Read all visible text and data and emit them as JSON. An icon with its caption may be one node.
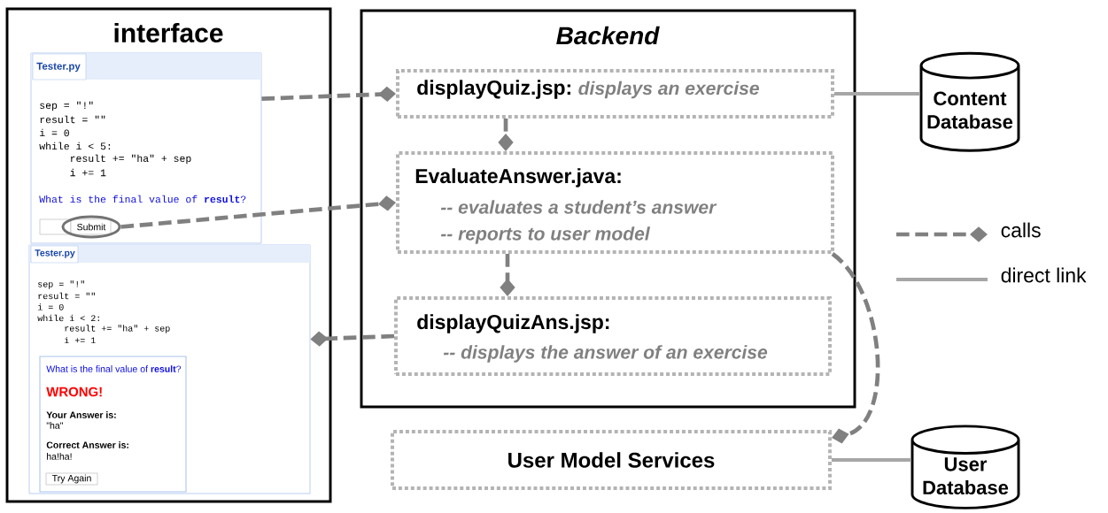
{
  "diagram": {
    "nodes": [
      {
        "text": [
          "interface"
        ]
      },
      {
        "text": [
          "Tester.py",
          "sep = \"!\"",
          "result = \"\"",
          "i = 0",
          "while i < 5:",
          "    result += \"ha\" + sep",
          "    i += 1",
          "What is the final value of **result**?"
        ],
        "in": 0
      },
      {
        "text": [
          "Submit"
        ],
        "in": 1
      },
      {
        "text": [
          "Tester.py",
          "sep = \"!\"",
          "result = \"\"",
          "i = 0",
          "while i < 2:",
          "    result += \"ha\" + sep",
          "    i += 1"
        ],
        "in": 0
      },
      {
        "text": [
          "What is the final value of **result**?",
          "WRONG!",
          "Your Answer is:",
          "\"ha\"",
          "Correct Answer is:",
          "ha!ha!"
        ],
        "in": 3
      },
      {
        "text": [
          "Try Again"
        ],
        "in": 4
      },
      {
        "text": [
          "Backend"
        ]
      },
      {
        "text": [
          "displayQuiz.jsp:",
          "displays an exercise"
        ],
        "in": 6
      },
      {
        "text": [
          "EvaluateAnswer.java:",
          "-- evaluates a student’s answer",
          "-- reports to user model"
        ],
        "in": 6
      },
      {
        "text": [
          "displayQuizAns.jsp:",
          "-- displays the answer of an exercise"
        ],
        "in": 6
      },
      {
        "text": [
          "User Model Services"
        ]
      },
      {
        "text": [
          "Content Database"
        ]
      },
      {
        "text": [
          "User Database"
        ]
      }
    ],
    "edges": [
      {
        "from": 1,
        "to": 7,
        "arrow": "other",
        "style": "dashed"
      },
      {
        "from": 7,
        "to": 8,
        "arrow": "other",
        "style": "dashed"
      },
      {
        "from": 2,
        "to": 8,
        "arrow": "other",
        "style": "dashed"
      },
      {
        "from": 8,
        "to": 9,
        "arrow": "other",
        "style": "dashed"
      },
      {
        "from": 9,
        "to": 3,
        "arrow": "other",
        "style": "dashed"
      },
      {
        "from": 8,
        "to": 10,
        "arrow": "other",
        "style": "dashed"
      },
      {
        "from": 7,
        "to": 11,
        "arrow": "none",
        "color": "#a6a6a6"
      },
      {
        "from": 10,
        "to": 12,
        "arrow": "none",
        "color": "#a6a6a6"
      }
    ],
    "legend": [
      {
        "text": "calls"
      },
      {
        "text": "direct link"
      }
    ]
  }
}
